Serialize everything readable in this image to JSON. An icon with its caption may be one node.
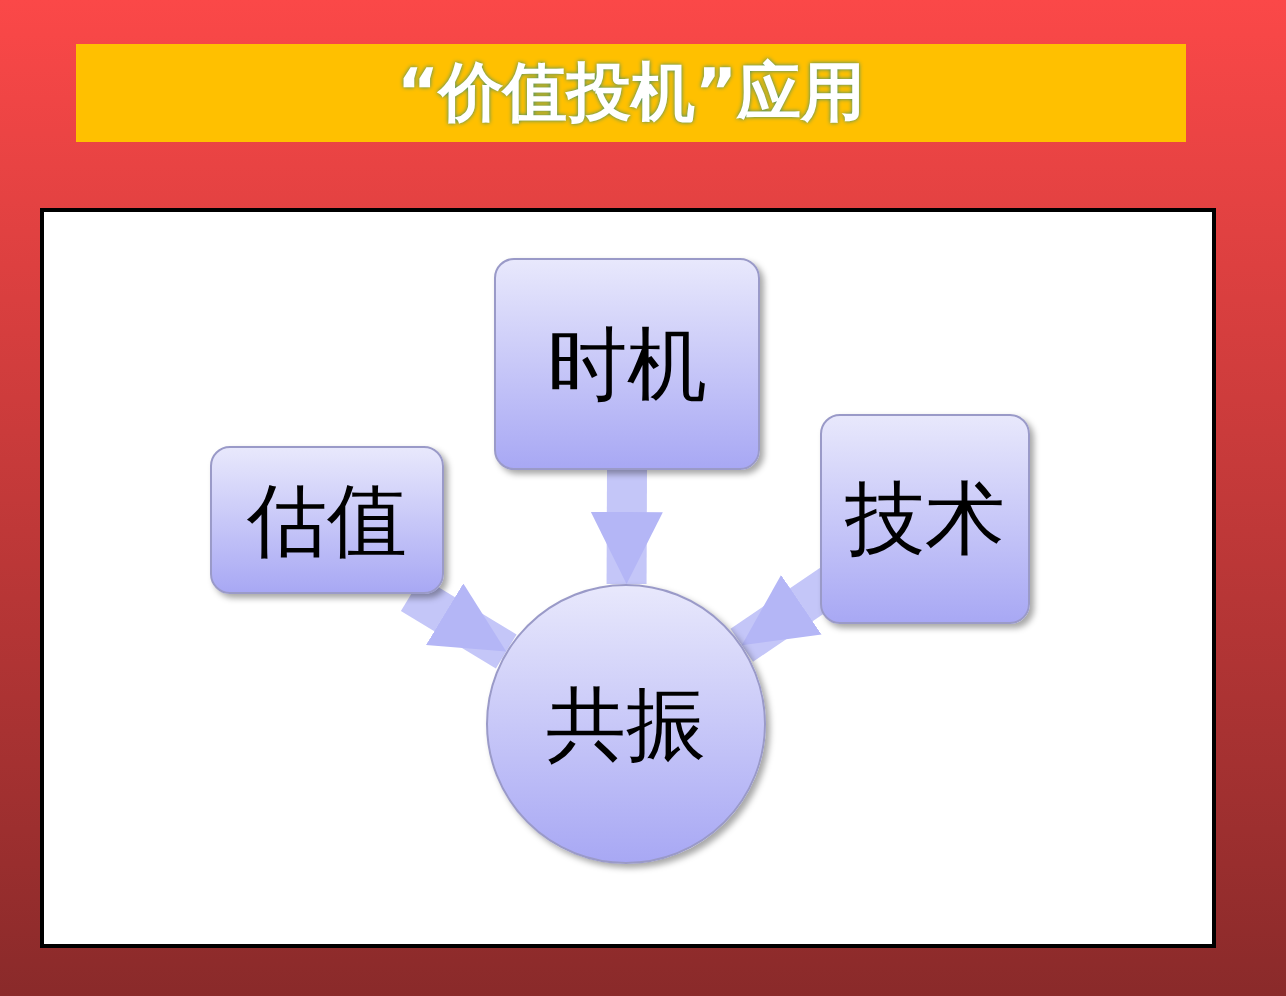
{
  "diagram": {
    "title": "“价值投机”应用",
    "nodes": [
      {
        "text": [
          "估值"
        ]
      },
      {
        "text": [
          "时机"
        ]
      },
      {
        "text": [
          "技术"
        ]
      },
      {
        "text": [
          "共振"
        ]
      }
    ],
    "edges": [
      {
        "from": 0,
        "to": 3,
        "arrow": "to"
      },
      {
        "from": 1,
        "to": 3,
        "arrow": "to"
      },
      {
        "from": 2,
        "to": 3,
        "arrow": "to"
      }
    ]
  }
}
